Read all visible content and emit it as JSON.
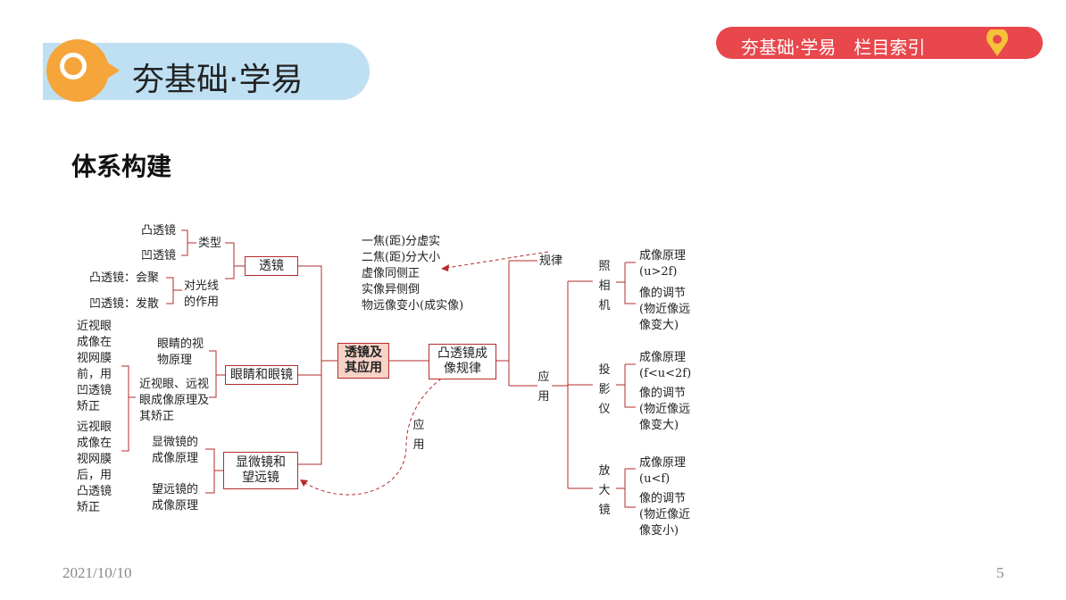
{
  "header": {
    "title": "夯基础·学易"
  },
  "nav": {
    "label": "夯基础·学易　栏目索引",
    "icon": "location-pin-icon"
  },
  "section_title": "体系构建",
  "mindmap": {
    "center": "透镜及其应用",
    "lens": {
      "label": "透镜",
      "type_label": "类型",
      "types": [
        "凸透镜",
        "凹透镜"
      ],
      "effect_label": "对光线的作用",
      "effects": [
        "凸透镜：会聚",
        "凹透镜：发散"
      ]
    },
    "eye": {
      "label": "眼睛和眼镜",
      "principle": "眼睛的视物原理",
      "correction": "近视眼、远视眼成像原理及其矫正",
      "myopia": "近视眼成像在视网膜前，用凹透镜矫正",
      "hyperopia": "远视眼成像在视网膜后，用凸透镜矫正"
    },
    "instruments": {
      "label": "显微镜和望远镜",
      "microscope": "显微镜的成像原理",
      "telescope": "望远镜的成像原理"
    },
    "rules": {
      "label": "凸透镜成像规律",
      "rule_label": "规律",
      "rule_lines": [
        "一焦(距)分虚实",
        "二焦(距)分大小",
        "虚像同侧正",
        "实像异侧倒",
        "物远像变小(成实像)"
      ],
      "apply_label": "应用",
      "dashed_apply_label": "应用"
    },
    "camera": {
      "label": "照相机",
      "principle": "成像原理",
      "condition": "(u>2f)",
      "adjust": "像的调节",
      "adjust_detail": "(物近像远像变大)"
    },
    "projector": {
      "label": "投影仪",
      "principle": "成像原理",
      "condition": "(f<u<2f)",
      "adjust": "像的调节",
      "adjust_detail": "(物近像远像变大)"
    },
    "magnifier": {
      "label": "放大镜",
      "principle": "成像原理",
      "condition": "(u<f)",
      "adjust": "像的调节",
      "adjust_detail": "(物近像近像变小)"
    }
  },
  "footer": {
    "date": "2021/10/10",
    "page": "5"
  },
  "colors": {
    "line": "#b52b2b",
    "accent": "#e8474c",
    "banner": "#bfe0f3",
    "circle": "#f5a53a"
  }
}
